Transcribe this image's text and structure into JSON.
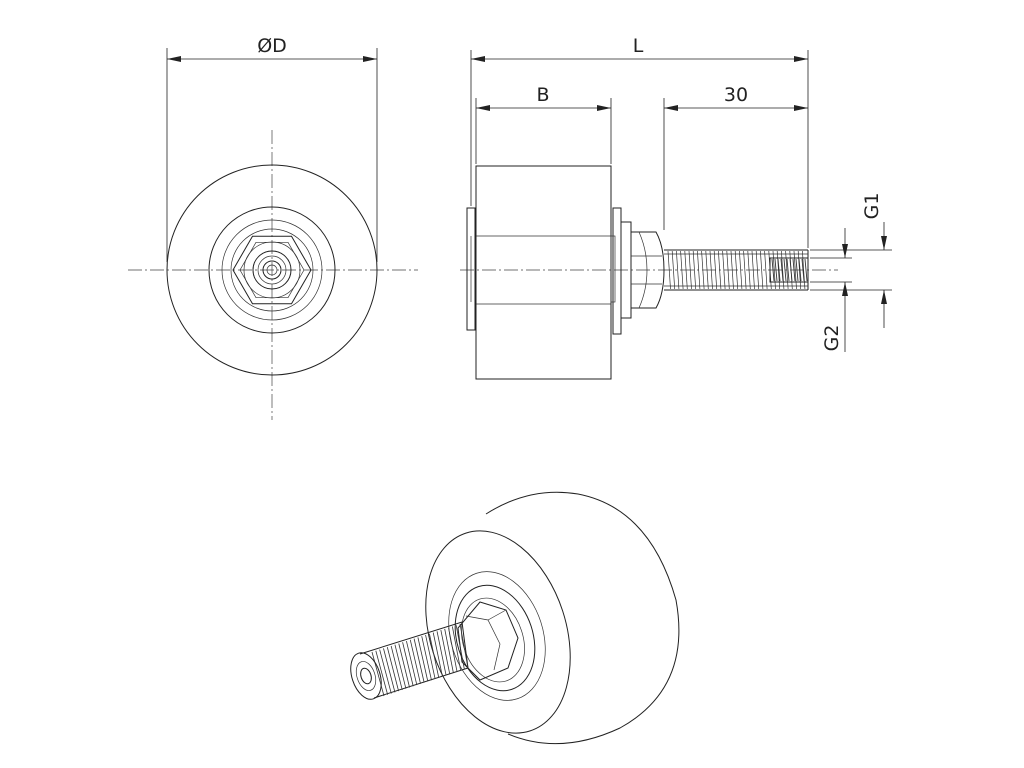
{
  "dimensions": {
    "diameter": "ØD",
    "length": "L",
    "width": "B",
    "thread_length": "30",
    "g1": "G1",
    "g2": "G2"
  }
}
